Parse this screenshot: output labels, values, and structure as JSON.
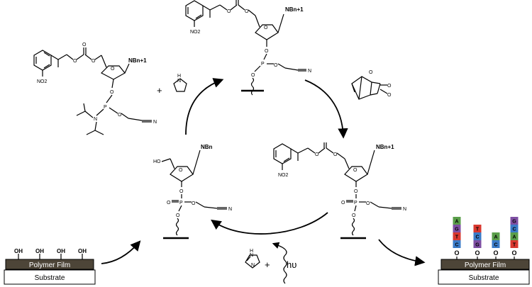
{
  "substrate_left": {
    "film_label": "Polymer Film",
    "substrate_label": "Substrate",
    "hydroxyl_label": "OH"
  },
  "substrate_right": {
    "film_label": "Polymer Film",
    "substrate_label": "Substrate",
    "linker_label": "O",
    "strands": [
      [
        "A",
        "G",
        "T",
        "C"
      ],
      [
        "T",
        "C",
        "G"
      ],
      [
        "A",
        "C"
      ],
      [
        "G",
        "C",
        "A",
        "T"
      ]
    ],
    "base_colors": {
      "A": "#5a9e4a",
      "G": "#7e4fa3",
      "T": "#d9382f",
      "C": "#3a7bc8"
    }
  },
  "labels": {
    "nb_n": "NBn",
    "nb_n1": "NBn+1",
    "no2": "NO2",
    "nitrile": "N",
    "plus": "+",
    "light": "hυ",
    "o": "O",
    "p": "P",
    "h": "H",
    "ho": "HO",
    "n": "N"
  }
}
